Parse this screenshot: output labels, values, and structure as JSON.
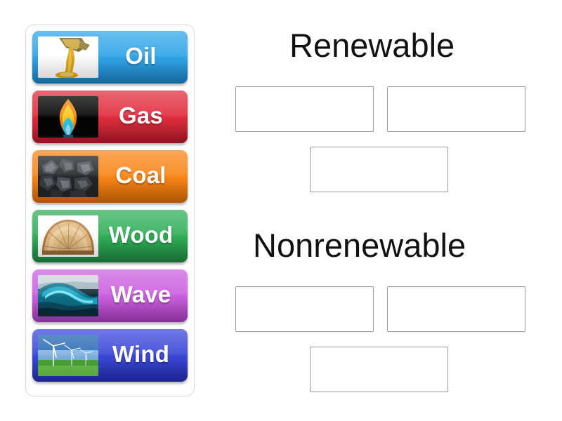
{
  "activity": {
    "type": "group-sort",
    "tray_label": "Draggable items tray"
  },
  "items": [
    {
      "label": "Oil",
      "color": "#2fa4e7",
      "color_dark": "#1b82c4",
      "icon": "oil-pour-image",
      "id": "oil"
    },
    {
      "label": "Gas",
      "color": "#e12c3d",
      "color_dark": "#b01a2a",
      "icon": "gas-flame-image",
      "id": "gas"
    },
    {
      "label": "Coal",
      "color": "#f98517",
      "color_dark": "#d66a06",
      "icon": "coal-lumps-image",
      "id": "coal"
    },
    {
      "label": "Wood",
      "color": "#2fae57",
      "color_dark": "#1d8540",
      "icon": "wood-log-image",
      "id": "wood"
    },
    {
      "label": "Wave",
      "color": "#cc5ee0",
      "color_dark": "#a63dbd",
      "icon": "ocean-wave-image",
      "id": "wave"
    },
    {
      "label": "Wind",
      "color": "#3a46d8",
      "color_dark": "#232ead",
      "icon": "wind-turbines-image",
      "id": "wind"
    }
  ],
  "categories": [
    {
      "id": "renewable",
      "title": "Renewable",
      "slots": [
        {
          "id": "renewable-slot-1",
          "content": ""
        },
        {
          "id": "renewable-slot-2",
          "content": ""
        },
        {
          "id": "renewable-slot-3",
          "content": ""
        }
      ]
    },
    {
      "id": "nonrenewable",
      "title": "Nonrenewable",
      "slots": [
        {
          "id": "nonrenewable-slot-1",
          "content": ""
        },
        {
          "id": "nonrenewable-slot-2",
          "content": ""
        },
        {
          "id": "nonrenewable-slot-3",
          "content": ""
        }
      ]
    }
  ],
  "colors": {
    "background": "#ffffff",
    "tray_border": "#d8d8d8",
    "dropzone_border": "#9a9a9a",
    "title_text": "#111111",
    "tile_text": "#ffffff"
  }
}
